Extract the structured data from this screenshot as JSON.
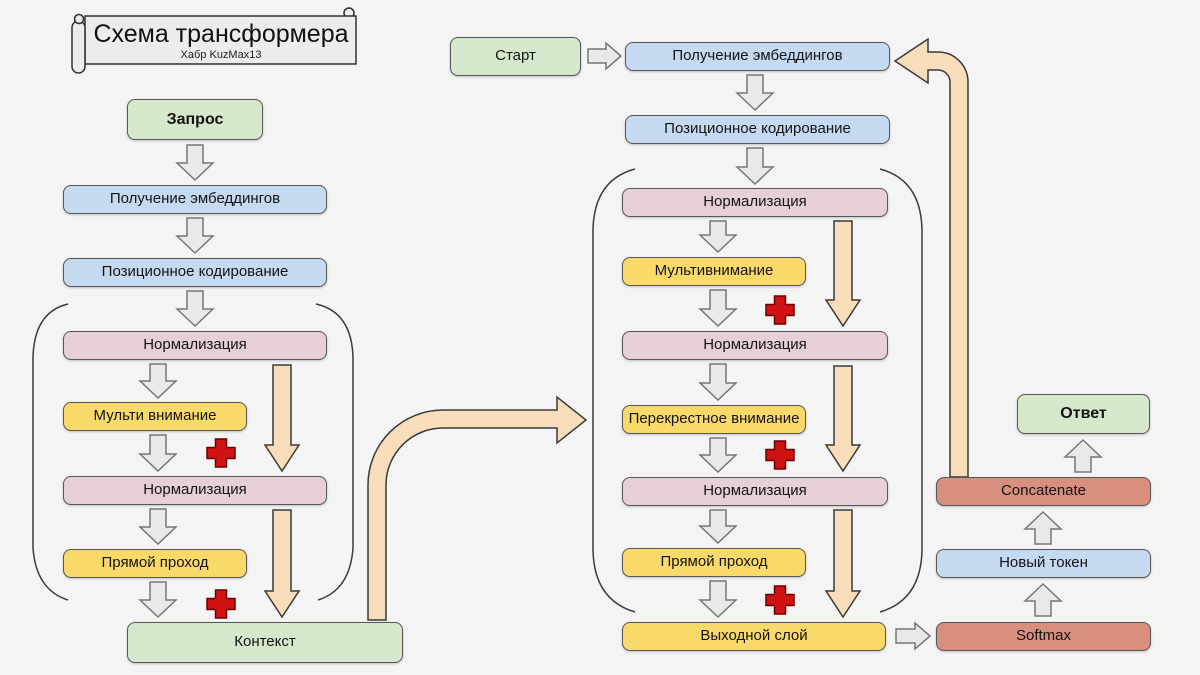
{
  "diagram_title": {
    "text": "Схема трансформера",
    "subtitle": "Хабр KuzMax13"
  },
  "encoder": {
    "query": "Запрос",
    "embeddings": "Получение эмбеддингов",
    "positional_encoding": "Позиционное кодирование",
    "norm1": "Нормализация",
    "multi_attention": "Мульти внимание",
    "norm2": "Нормализация",
    "feed_forward": "Прямой проход",
    "context": "Контекст"
  },
  "decoder": {
    "start": "Старт",
    "embeddings": "Получение эмбеддингов",
    "positional_encoding": "Позиционное кодирование",
    "norm1": "Нормализация",
    "multi_attention": "Мультивнимание",
    "norm2": "Нормализация",
    "cross_attention": "Перекрестное внимание",
    "norm3": "Нормализация",
    "feed_forward": "Прямой проход",
    "output_layer": "Выходной слой"
  },
  "output": {
    "answer": "Ответ",
    "concatenate": "Concatenate",
    "new_token": "Новый токен",
    "softmax": "Softmax"
  },
  "colors": {
    "background": "#f4f4f4",
    "green_node": "#d5e8cc",
    "blue_node": "#c5d9f1",
    "pink_node": "#e6cfd9",
    "yellow_node": "#f9d96a",
    "salmon_node": "#d98f7e",
    "residual_arrow": "#f7ddba",
    "flow_arrow": "#e9e9e9",
    "plus_sign": "#d01212"
  }
}
